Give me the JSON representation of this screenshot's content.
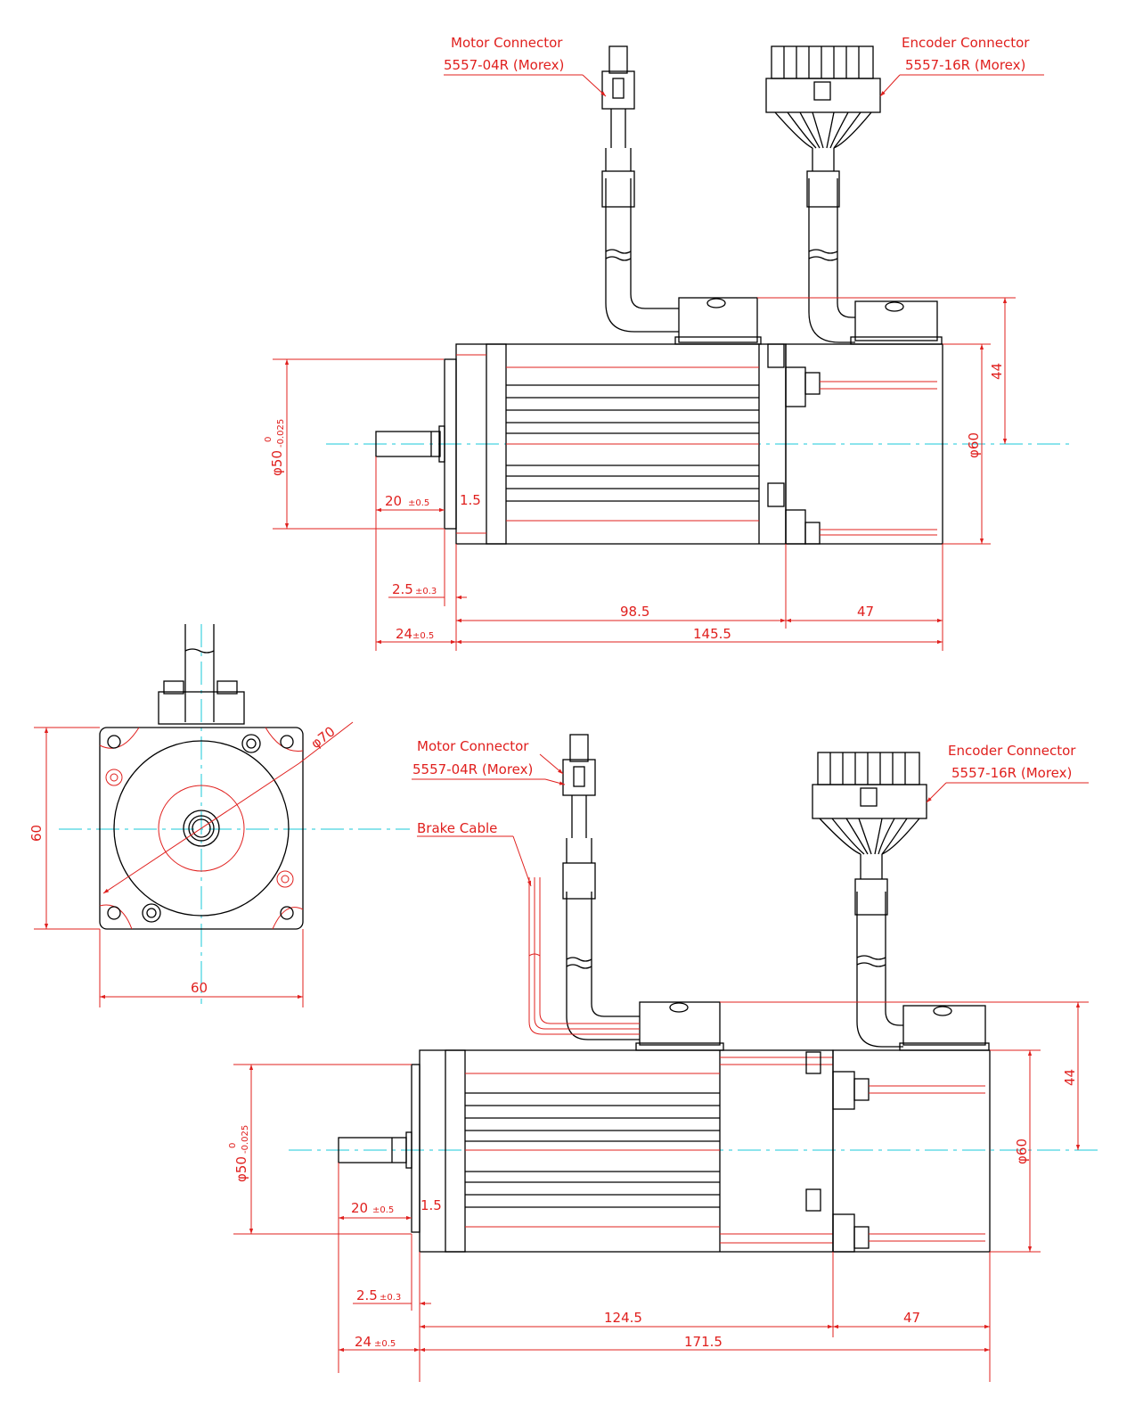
{
  "top_view": {
    "motor_connector": {
      "name": "Motor Connector",
      "part": "5557-04R (Morex)"
    },
    "encoder_connector": {
      "name": "Encoder Connector",
      "part": "5557-16R (Morex)"
    },
    "dims": {
      "flange_dia": "φ50",
      "flange_tol_upper": "0",
      "flange_tol_lower": "-0.025",
      "body_dia": "φ60",
      "height": "44",
      "shaft_len": "20",
      "shaft_tol": "±0.5",
      "boss": "1.5",
      "pilot": "2.5",
      "pilot_tol": "±0.3",
      "front": "24",
      "front_tol": "±0.5",
      "body_len": "98.5",
      "rear_len": "47",
      "total_len": "145.5"
    }
  },
  "front_view": {
    "dims": {
      "height": "60",
      "width": "60",
      "bolt_circle": "φ70"
    }
  },
  "bottom_view": {
    "motor_connector": {
      "name": "Motor Connector",
      "part": "5557-04R (Morex)"
    },
    "encoder_connector": {
      "name": "Encoder Connector",
      "part": "5557-16R (Morex)"
    },
    "brake_cable": "Brake Cable",
    "dims": {
      "flange_dia": "φ50",
      "flange_tol_upper": "0",
      "flange_tol_lower": "-0.025",
      "body_dia": "φ60",
      "height": "44",
      "shaft_len": "20",
      "shaft_tol": "±0.5",
      "boss": "1.5",
      "pilot": "2.5",
      "pilot_tol": "±0.3",
      "front": "24",
      "front_tol": "±0.5",
      "body_len": "124.5",
      "rear_len": "47",
      "total_len": "171.5"
    }
  },
  "colors": {
    "outline": "#000000",
    "dimension": "#e0201e",
    "centerline": "#18c8d8"
  }
}
